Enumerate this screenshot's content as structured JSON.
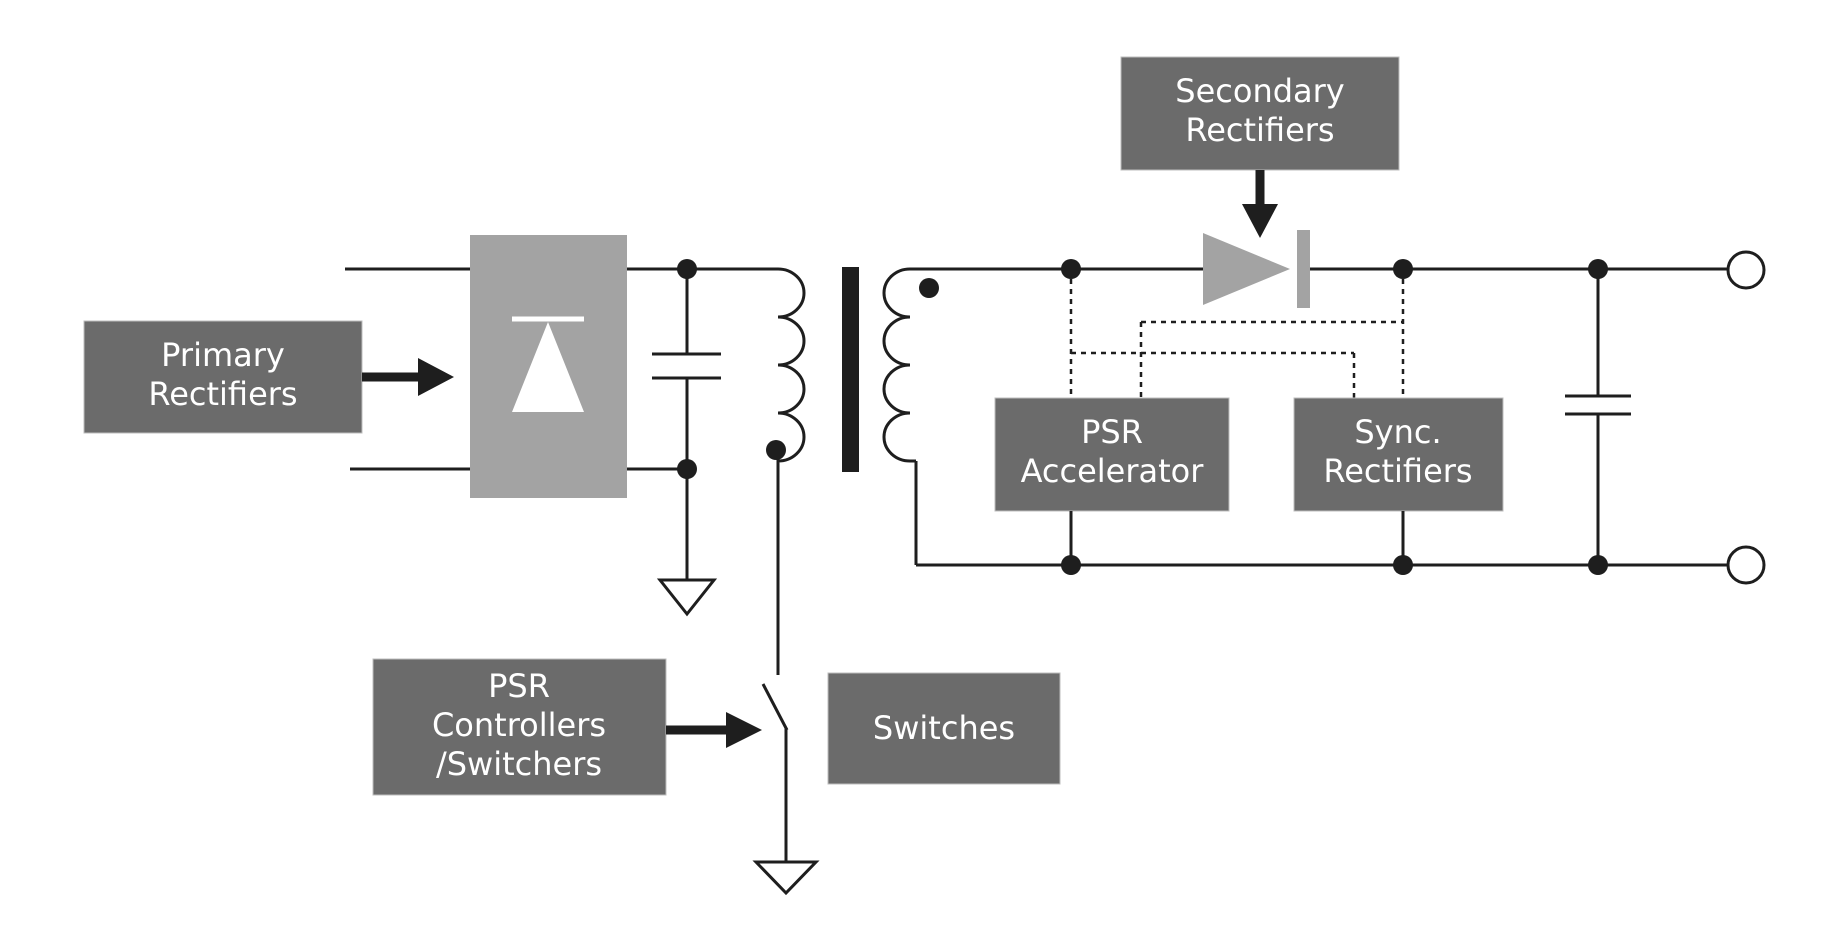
{
  "labels": {
    "primary_rectifiers": [
      "Primary",
      "Rectifiers"
    ],
    "secondary_rectifiers": [
      "Secondary",
      "Rectifiers"
    ],
    "psr_accelerator": [
      "PSR",
      "Accelerator"
    ],
    "sync_rectifiers": [
      "Sync.",
      "Rectifiers"
    ],
    "psr_controllers": [
      "PSR",
      "Controllers",
      "/Switchers"
    ],
    "switches": [
      "Switches"
    ]
  },
  "colors": {
    "label_box": "#6b6b6b",
    "bridge_block": "#a3a3a3",
    "diode": "#a3a3a3",
    "wire": "#1e1e1e",
    "text": "#ffffff"
  }
}
